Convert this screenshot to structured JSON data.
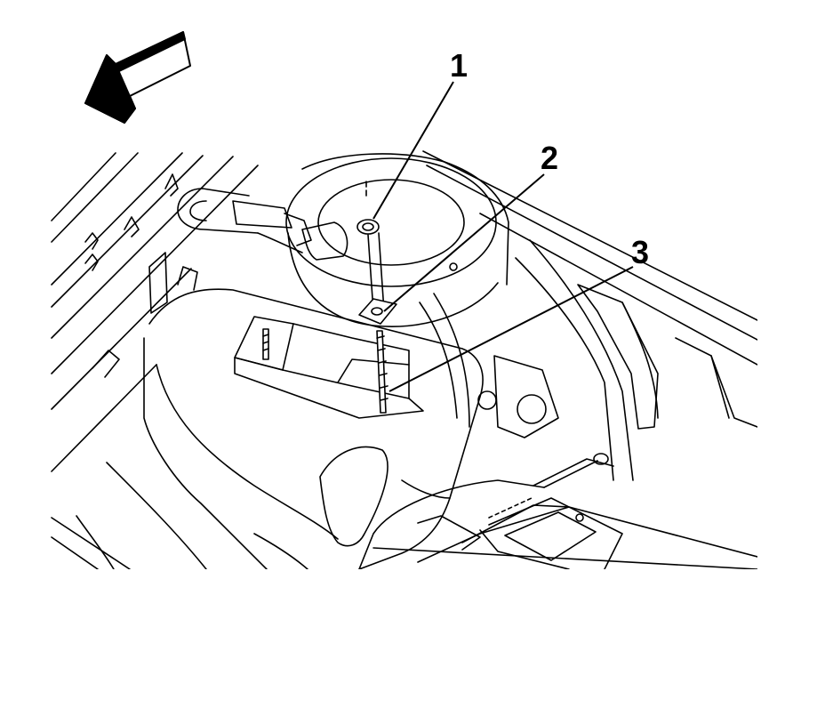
{
  "callouts": [
    {
      "label": "1"
    },
    {
      "label": "2"
    },
    {
      "label": "3"
    }
  ],
  "colors": {
    "line": "#000000",
    "background": "#ffffff"
  },
  "icons": {
    "direction_arrow": "arrow-left-down-icon"
  }
}
